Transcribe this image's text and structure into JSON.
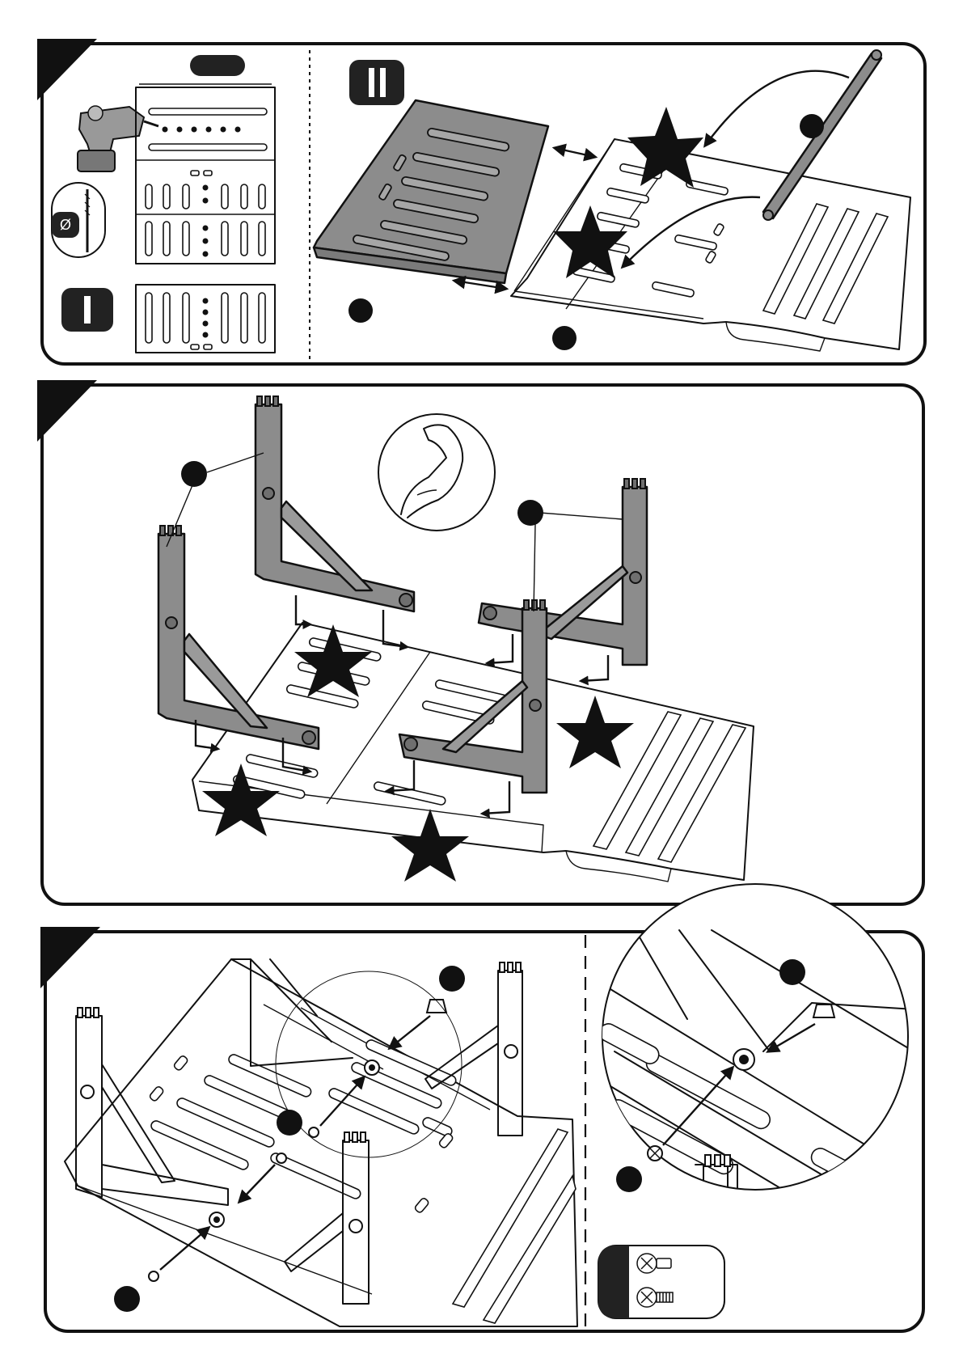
{
  "document": {
    "type": "assembly-instructions",
    "steps": [
      {
        "id": "step-1",
        "left_panel": {
          "tool": "drill-icon",
          "drill_bit_label": "Ø",
          "callout_badge": "",
          "option_badge": "I"
        },
        "right_panel": {
          "option_badge": "II",
          "parts": [
            "grey-tabletop-panel",
            "white-tabletop-panel",
            "connector-bar"
          ]
        }
      },
      {
        "id": "step-2",
        "hint_icon": "strength-arm-icon",
        "parts": [
          "leg-frame-left",
          "leg-frame-back-left",
          "leg-frame-right",
          "leg-frame-back-right"
        ]
      },
      {
        "id": "step-3",
        "parts": [
          "tabletop-underside",
          "screw",
          "cap"
        ],
        "hardware_legend": [
          "screw-icon",
          "cap-icon"
        ]
      }
    ]
  },
  "colors": {
    "ink": "#111111",
    "part_grey": "#8c8c8c",
    "paper": "#ffffff"
  }
}
